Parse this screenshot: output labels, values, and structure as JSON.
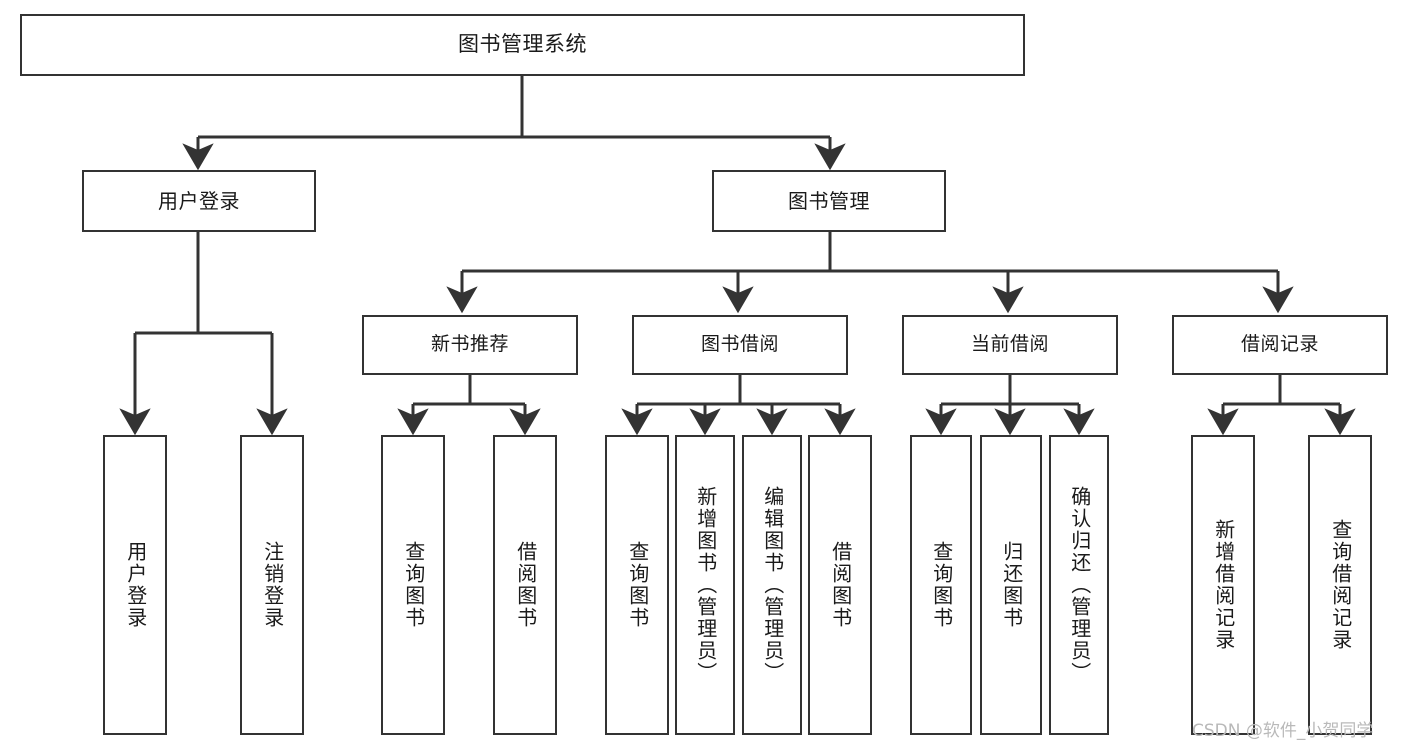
{
  "diagram": {
    "title": "图书管理系统",
    "watermark": "CSDN @软件_小贺同学",
    "colors": {
      "node_border": "#333333",
      "node_fill": "#ffffff",
      "edge": "#333333",
      "text": "#1a1a1a",
      "watermark": "#b9b9b9",
      "background": "#ffffff"
    },
    "nodes": {
      "root": {
        "label": "图书管理系统"
      },
      "level2": [
        {
          "id": "user-login",
          "label": "用户登录"
        },
        {
          "id": "book-management",
          "label": "图书管理"
        }
      ],
      "level3": [
        {
          "id": "new-book-recommend",
          "label": "新书推荐"
        },
        {
          "id": "book-borrow",
          "label": "图书借阅"
        },
        {
          "id": "current-borrow",
          "label": "当前借阅"
        },
        {
          "id": "borrow-record",
          "label": "借阅记录"
        }
      ],
      "leaves": {
        "user_login": [
          {
            "id": "leaf-user-login",
            "label": "用户登录"
          },
          {
            "id": "leaf-logout",
            "label": "注销登录"
          }
        ],
        "new_book_recommend": [
          {
            "id": "leaf-query-book-1",
            "label": "查询图书"
          },
          {
            "id": "leaf-borrow-book-1",
            "label": "借阅图书"
          }
        ],
        "book_borrow": [
          {
            "id": "leaf-query-book-2",
            "label": "查询图书"
          },
          {
            "id": "leaf-add-book",
            "label": "新增图书（管理员）"
          },
          {
            "id": "leaf-edit-book",
            "label": "编辑图书（管理员）"
          },
          {
            "id": "leaf-borrow-book-2",
            "label": "借阅图书"
          }
        ],
        "current_borrow": [
          {
            "id": "leaf-query-book-3",
            "label": "查询图书"
          },
          {
            "id": "leaf-return-book",
            "label": "归还图书"
          },
          {
            "id": "leaf-confirm-return",
            "label": "确认归还（管理员）"
          }
        ],
        "borrow_record": [
          {
            "id": "leaf-add-record",
            "label": "新增借阅记录"
          },
          {
            "id": "leaf-query-record",
            "label": "查询借阅记录"
          }
        ]
      }
    }
  }
}
